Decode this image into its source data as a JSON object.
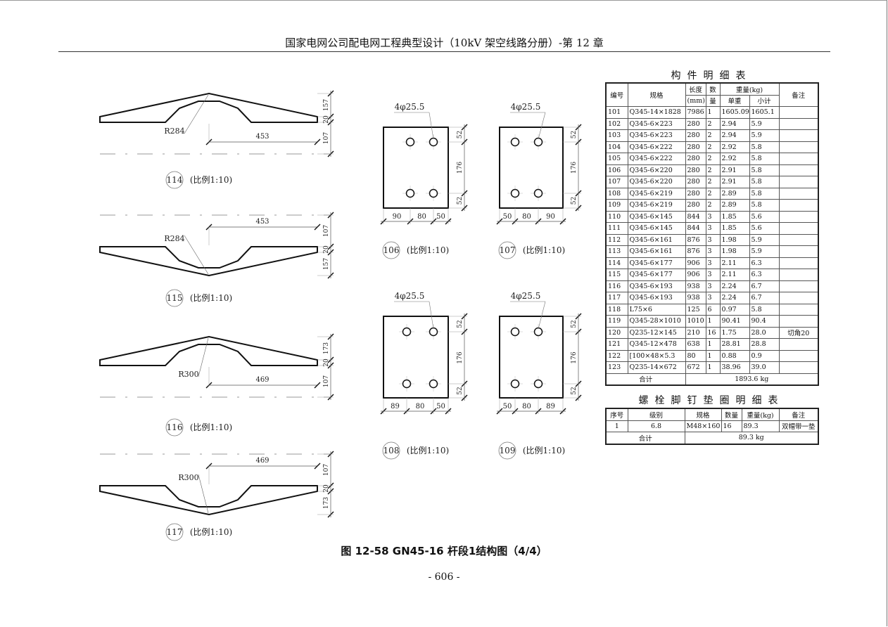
{
  "header": {
    "title": "国家电网公司配电网工程典型设计（10kV 架空线路分册）-第 12 章"
  },
  "caption": "图 12-58   GN45-16 杆段1结构图（4/4）",
  "page_number": "- 606 -",
  "profiles": [
    {
      "id": "114",
      "scale": "(比例1:10)",
      "radius": "R284",
      "span": "453",
      "dims": [
        "157",
        "20",
        "107"
      ],
      "direction": "up"
    },
    {
      "id": "115",
      "scale": "(比例1:10)",
      "radius": "R284",
      "span": "453",
      "dims": [
        "107",
        "20",
        "157"
      ],
      "direction": "down"
    },
    {
      "id": "116",
      "scale": "(比例1:10)",
      "radius": "R300",
      "span": "469",
      "dims": [
        "173",
        "20",
        "107"
      ],
      "direction": "up"
    },
    {
      "id": "117",
      "scale": "(比例1:10)",
      "radius": "R300",
      "span": "469",
      "dims": [
        "107",
        "20",
        "173"
      ],
      "direction": "down"
    }
  ],
  "plates": [
    {
      "id": "106",
      "scale": "(比例1:10)",
      "hole": "4φ25.5",
      "v_dims": [
        "52",
        "176",
        "52"
      ],
      "h_dims": [
        "90",
        "80",
        "50"
      ]
    },
    {
      "id": "107",
      "scale": "(比例1:10)",
      "hole": "4φ25.5",
      "v_dims": [
        "52",
        "176",
        "52"
      ],
      "h_dims": [
        "50",
        "80",
        "90"
      ]
    },
    {
      "id": "108",
      "scale": "(比例1:10)",
      "hole": "4φ25.5",
      "v_dims": [
        "52",
        "176",
        "52"
      ],
      "h_dims": [
        "89",
        "80",
        "50"
      ]
    },
    {
      "id": "109",
      "scale": "(比例1:10)",
      "hole": "4φ25.5",
      "v_dims": [
        "52",
        "176",
        "52"
      ],
      "h_dims": [
        "50",
        "80",
        "89"
      ]
    }
  ],
  "parts_table": {
    "title": "构件明细表",
    "headers": {
      "no": "编号",
      "spec": "规格",
      "length": "长度",
      "length_unit": "(mm)",
      "qty": "数",
      "qty2": "量",
      "weight": "重量(kg)",
      "unit_weight": "单重",
      "subtotal": "小计",
      "remark": "备注"
    },
    "rows": [
      [
        "101",
        "Q345-14×1828",
        "7986",
        "1",
        "1605.09",
        "1605.1",
        ""
      ],
      [
        "102",
        "Q345-6×223",
        "280",
        "2",
        "2.94",
        "5.9",
        ""
      ],
      [
        "103",
        "Q345-6×223",
        "280",
        "2",
        "2.94",
        "5.9",
        ""
      ],
      [
        "104",
        "Q345-6×222",
        "280",
        "2",
        "2.92",
        "5.8",
        ""
      ],
      [
        "105",
        "Q345-6×222",
        "280",
        "2",
        "2.92",
        "5.8",
        ""
      ],
      [
        "106",
        "Q345-6×220",
        "280",
        "2",
        "2.91",
        "5.8",
        ""
      ],
      [
        "107",
        "Q345-6×220",
        "280",
        "2",
        "2.91",
        "5.8",
        ""
      ],
      [
        "108",
        "Q345-6×219",
        "280",
        "2",
        "2.89",
        "5.8",
        ""
      ],
      [
        "109",
        "Q345-6×219",
        "280",
        "2",
        "2.89",
        "5.8",
        ""
      ],
      [
        "110",
        "Q345-6×145",
        "844",
        "3",
        "1.85",
        "5.6",
        ""
      ],
      [
        "111",
        "Q345-6×145",
        "844",
        "3",
        "1.85",
        "5.6",
        ""
      ],
      [
        "112",
        "Q345-6×161",
        "876",
        "3",
        "1.98",
        "5.9",
        ""
      ],
      [
        "113",
        "Q345-6×161",
        "876",
        "3",
        "1.98",
        "5.9",
        ""
      ],
      [
        "114",
        "Q345-6×177",
        "906",
        "3",
        "2.11",
        "6.3",
        ""
      ],
      [
        "115",
        "Q345-6×177",
        "906",
        "3",
        "2.11",
        "6.3",
        ""
      ],
      [
        "116",
        "Q345-6×193",
        "938",
        "3",
        "2.24",
        "6.7",
        ""
      ],
      [
        "117",
        "Q345-6×193",
        "938",
        "3",
        "2.24",
        "6.7",
        ""
      ],
      [
        "118",
        "L75×6",
        "125",
        "6",
        "0.97",
        "5.8",
        ""
      ],
      [
        "119",
        "Q345-28×1010",
        "1010",
        "1",
        "90.41",
        "90.4",
        ""
      ],
      [
        "120",
        "Q235-12×145",
        "210",
        "16",
        "1.75",
        "28.0",
        "切角20"
      ],
      [
        "121",
        "Q345-12×478",
        "638",
        "1",
        "28.81",
        "28.8",
        ""
      ],
      [
        "122",
        "[100×48×5.3",
        "80",
        "1",
        "0.88",
        "0.9",
        ""
      ],
      [
        "123",
        "Q235-14×672",
        "672",
        "1",
        "38.96",
        "39.0",
        ""
      ]
    ],
    "total_label": "合计",
    "total": "1893.6 kg"
  },
  "bolt_table": {
    "title": "螺栓脚钉垫圈明细表",
    "headers": [
      "序号",
      "级别",
      "规格",
      "数量",
      "重量(kg)",
      "备注"
    ],
    "rows": [
      [
        "1",
        "6.8",
        "M48×160",
        "16",
        "89.3",
        "双帽带一垫"
      ]
    ],
    "total_label": "合计",
    "total": "89.3 kg"
  }
}
